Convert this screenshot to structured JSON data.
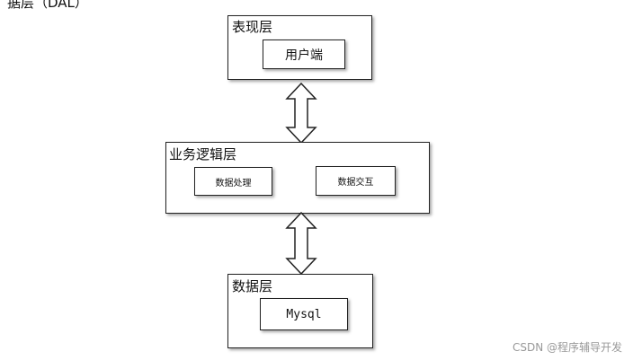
{
  "header_fragment": "据层（DAL）",
  "layers": {
    "presentation": {
      "title": "表现层",
      "item": "用户端"
    },
    "business": {
      "title": "业务逻辑层",
      "items": [
        "数据处理",
        "数据交互"
      ]
    },
    "data": {
      "title": "数据层",
      "item": "Mysql"
    }
  },
  "watermark": "CSDN @程序辅导开发"
}
